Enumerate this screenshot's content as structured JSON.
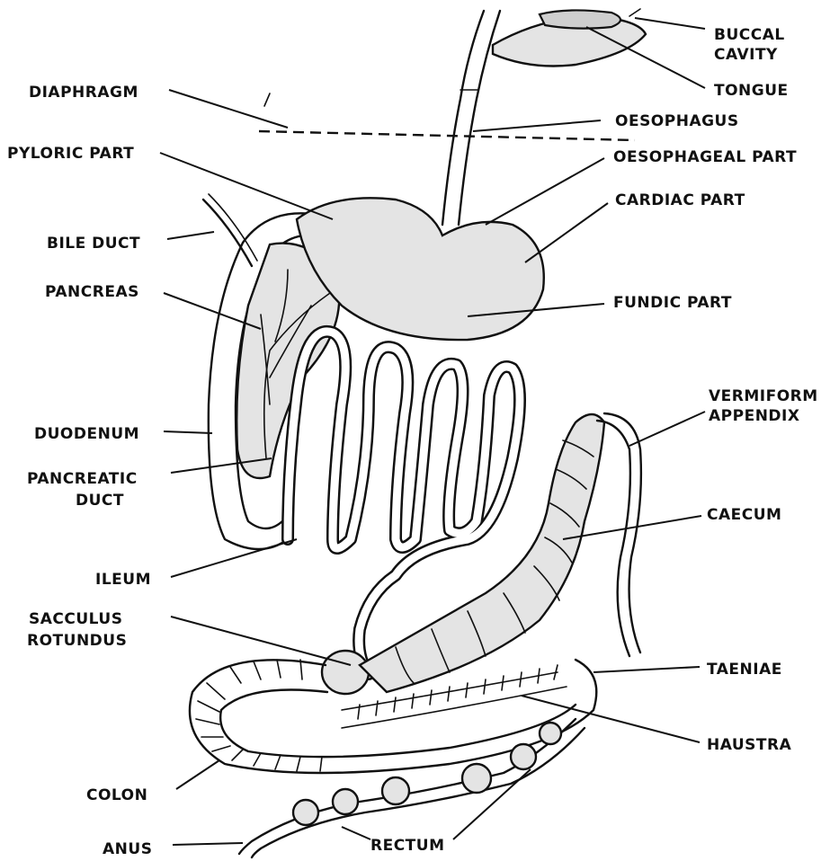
{
  "labels": {
    "buccal_cavity": [
      "BUCCAL",
      "CAVITY"
    ],
    "tongue": "TONGUE",
    "diaphragm": "DIAPHRAGM",
    "oesophagus": "OESOPHAGUS",
    "pyloric_part": "PYLORIC PART",
    "oesophageal_part": "OESOPHAGEAL PART",
    "cardiac_part": "CARDIAC  PART",
    "bile_duct": "BILE DUCT",
    "pancreas": "PANCREAS",
    "fundic_part": "FUNDIC PART",
    "vermiform_appendix": [
      "VERMIFORM",
      "APPENDIX"
    ],
    "duodenum": "DUODENUM",
    "pancreatic_duct": [
      "PANCREATIC",
      "DUCT"
    ],
    "caecum": "CAECUM",
    "ileum": "ILEUM",
    "sacculus_rotundus": [
      "SACCULUS",
      "ROTUNDUS"
    ],
    "taeniae": "TAENIAE",
    "haustra": "HAUSTRA",
    "colon": "COLON",
    "anus": "ANUS",
    "rectum": "RECTUM"
  }
}
